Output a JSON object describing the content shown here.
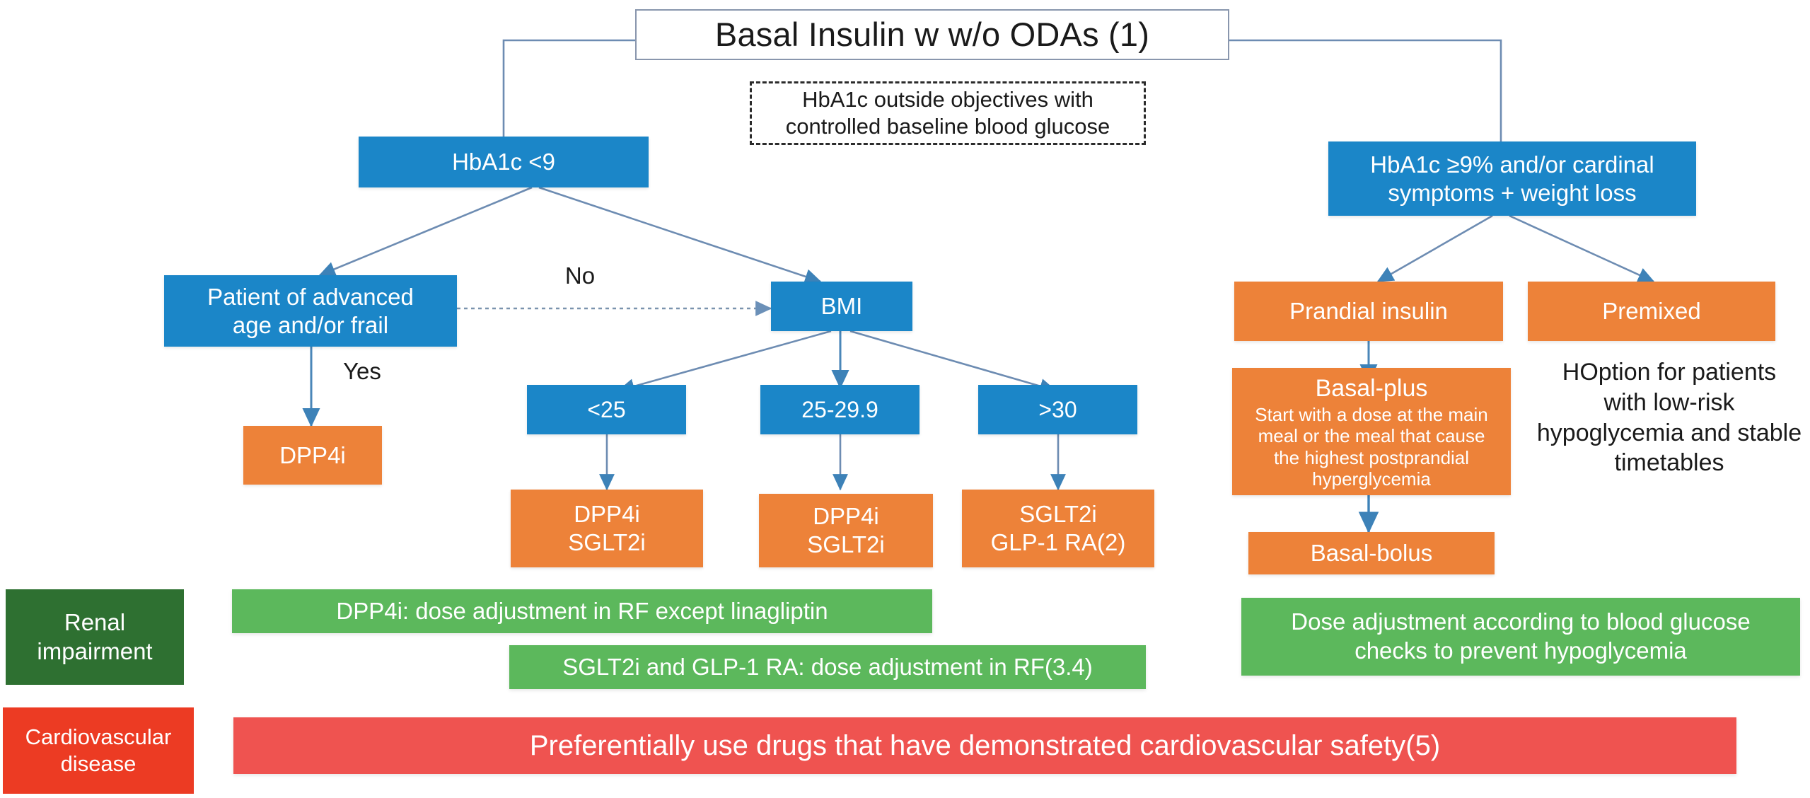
{
  "diagram": {
    "title": "Basal Insulin w w/o ODAs (1)",
    "note": {
      "line1": "HbA1c outside objectives with",
      "line2": "controlled baseline blood glucose"
    },
    "left_branch": {
      "decision": "HbA1c <9",
      "frail": {
        "line1": "Patient of advanced",
        "line2": "age and/or frail"
      },
      "frail_yes_label": "Yes",
      "frail_outcome": "DPP4i",
      "no_label": "No",
      "bmi": "BMI",
      "bmi_categories": [
        {
          "label": "<25",
          "outcome_line1": "DPP4i",
          "outcome_line2": "SGLT2i"
        },
        {
          "label": "25-29.9",
          "outcome_line1": "DPP4i",
          "outcome_line2": "SGLT2i"
        },
        {
          "label": ">30",
          "outcome_line1": "SGLT2i",
          "outcome_line2": "GLP-1 RA(2)"
        }
      ]
    },
    "right_branch": {
      "decision_line1": "HbA1c ≥9% and/or cardinal",
      "decision_line2": "symptoms + weight loss",
      "prandial": "Prandial insulin",
      "premixed": "Premixed",
      "basal_plus": {
        "title": "Basal-plus",
        "line1": "Start with a dose at the main",
        "line2": "meal or the meal that cause",
        "line3": "the highest postprandial",
        "line4": "hyperglycemia"
      },
      "basal_bolus": "Basal-bolus",
      "premixed_note": {
        "line1": "HOption for patients",
        "line2": "with low-risk",
        "line3": "hypoglycemia and stable",
        "line4": "timetables"
      }
    },
    "footer": {
      "renal_label_line1": "Renal",
      "renal_label_line2": "impairment",
      "renal_bar_1": "DPP4i: dose adjustment in RF except linagliptin",
      "renal_bar_2": "SGLT2i and GLP-1 RA: dose adjustment in RF(3.4)",
      "renal_bar_right_line1": "Dose adjustment according to blood glucose",
      "renal_bar_right_line2": "checks to prevent hypoglycemia",
      "cv_label_line1": "Cardiovascular",
      "cv_label_line2": "disease",
      "cv_bar": "Preferentially use drugs that have demonstrated cardiovascular safety(5)"
    },
    "colors": {
      "blue": "#1b86c8",
      "orange": "#ed8239",
      "green": "#5cb85c",
      "green_dark": "#2e7031",
      "red": "#ef5350",
      "red_dark": "#ec3b23",
      "connector": "#5b7da6",
      "title_border": "#8996ad"
    }
  }
}
